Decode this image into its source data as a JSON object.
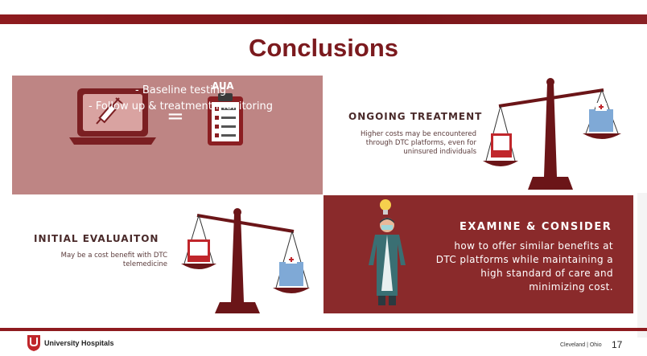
{
  "slide": {
    "title": "Conclusions",
    "page_number": "17"
  },
  "top_left_panel": {
    "aua_label": "AUA",
    "equals": "=",
    "bullets": [
      "- Baseline testing",
      "- Follow up & treatment monitoring"
    ]
  },
  "ongoing": {
    "heading": "ONGOING TREATMENT",
    "description": "Higher costs may be encountered through DTC platforms, even for uninsured individuals"
  },
  "initial": {
    "heading": "INITIAL EVALUAITON",
    "description": "May be a cost benefit with DTC telemedicine"
  },
  "examine": {
    "heading": "EXAMINE & CONSIDER",
    "description": "how to offer similar benefits at DTC platforms while maintaining a high standard of care and minimizing cost."
  },
  "footer": {
    "org_name": "University Hospitals",
    "city": "Cleveland | Ohio"
  },
  "colors": {
    "brand_red": "#8e1b1f",
    "panel_pink": "#be8584",
    "panel_dark_red": "#8a2a2b"
  }
}
